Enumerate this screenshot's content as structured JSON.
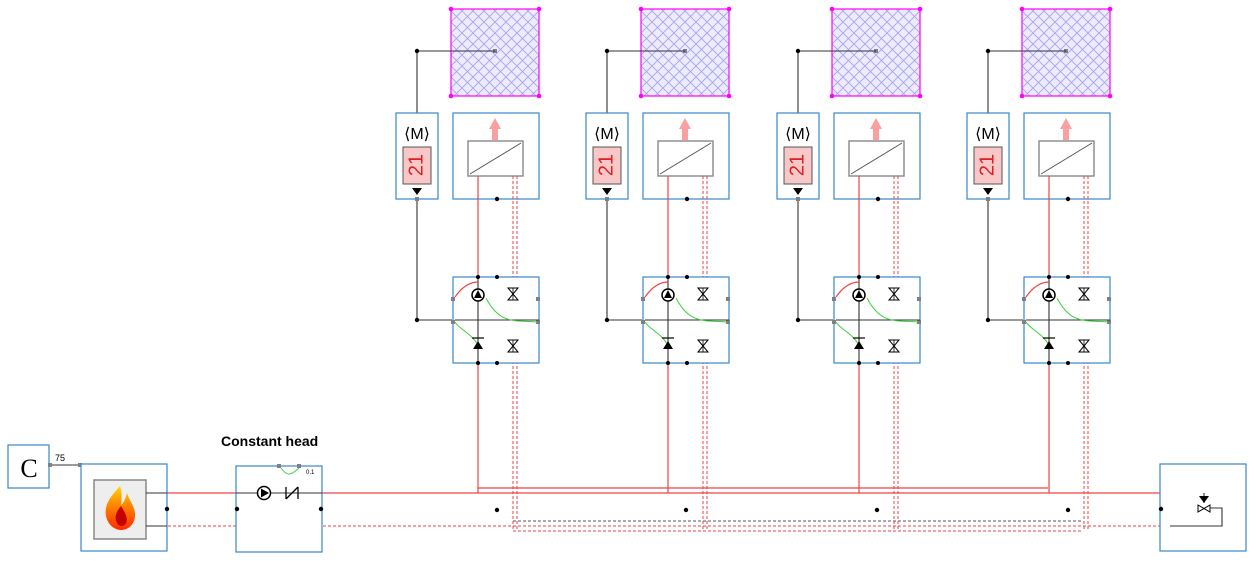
{
  "const_block": {
    "letter": "C",
    "value": "75"
  },
  "pump_group": {
    "label": "Constant head",
    "setting": "0.1"
  },
  "room_zones": [
    {
      "id": "zone-1",
      "thermostat": {
        "mode": "M",
        "setpoint": "21"
      }
    },
    {
      "id": "zone-2",
      "thermostat": {
        "mode": "M",
        "setpoint": "21"
      }
    },
    {
      "id": "zone-3",
      "thermostat": {
        "mode": "M",
        "setpoint": "21"
      }
    },
    {
      "id": "zone-4",
      "thermostat": {
        "mode": "M",
        "setpoint": "21"
      }
    }
  ],
  "colors": {
    "block_border": "#3a87c9",
    "supply_pipe": "#ee4444",
    "signal_wire": "#333333",
    "control_link": "#3bd13b",
    "setpoint_fill": "#f8c8c8",
    "setpoint_text": "#e02020",
    "room_outline": "#ff00ff",
    "room_hatch": "#a6a6ee",
    "heat_arrow": "#f9a0a0"
  },
  "icons": {
    "boiler": "flame-icon",
    "pump": "pump-icon",
    "check_valve": "check-valve-icon",
    "valve": "bowtie-valve-icon",
    "radiator": "radiator-icon",
    "heat_emission": "up-arrow-icon"
  }
}
